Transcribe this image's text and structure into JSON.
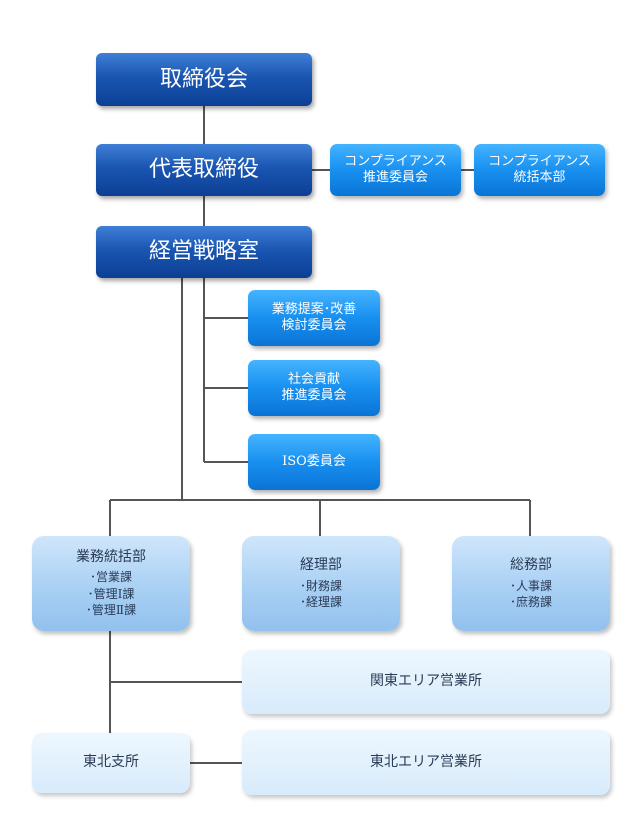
{
  "board": {
    "label": "取締役会"
  },
  "ceo": {
    "label": "代表取締役"
  },
  "compliance_committee": {
    "line1": "コンプライアンス",
    "line2": "推進委員会"
  },
  "compliance_hq": {
    "line1": "コンプライアンス",
    "line2": "統括本部"
  },
  "strategy_office": {
    "label": "経営戦略室"
  },
  "improvement_committee": {
    "line1": "業務提案･改善",
    "line2": "検討委員会"
  },
  "social_committee": {
    "line1": "社会貢献",
    "line2": "推進委員会"
  },
  "iso_committee": {
    "label": "ISO委員会"
  },
  "business_dept": {
    "title": "業務統括部",
    "sections": [
      "･営業課",
      "･管理Ⅰ課",
      "･管理Ⅱ課"
    ]
  },
  "accounting_dept": {
    "title": "経理部",
    "sections": [
      "･財務課",
      "･経理課"
    ]
  },
  "general_dept": {
    "title": "総務部",
    "sections": [
      "･人事課",
      "･庶務課"
    ]
  },
  "kanto_office": {
    "label": "関東エリア営業所"
  },
  "tohoku_branch": {
    "label": "東北支所"
  },
  "tohoku_office": {
    "label": "東北エリア営業所"
  }
}
